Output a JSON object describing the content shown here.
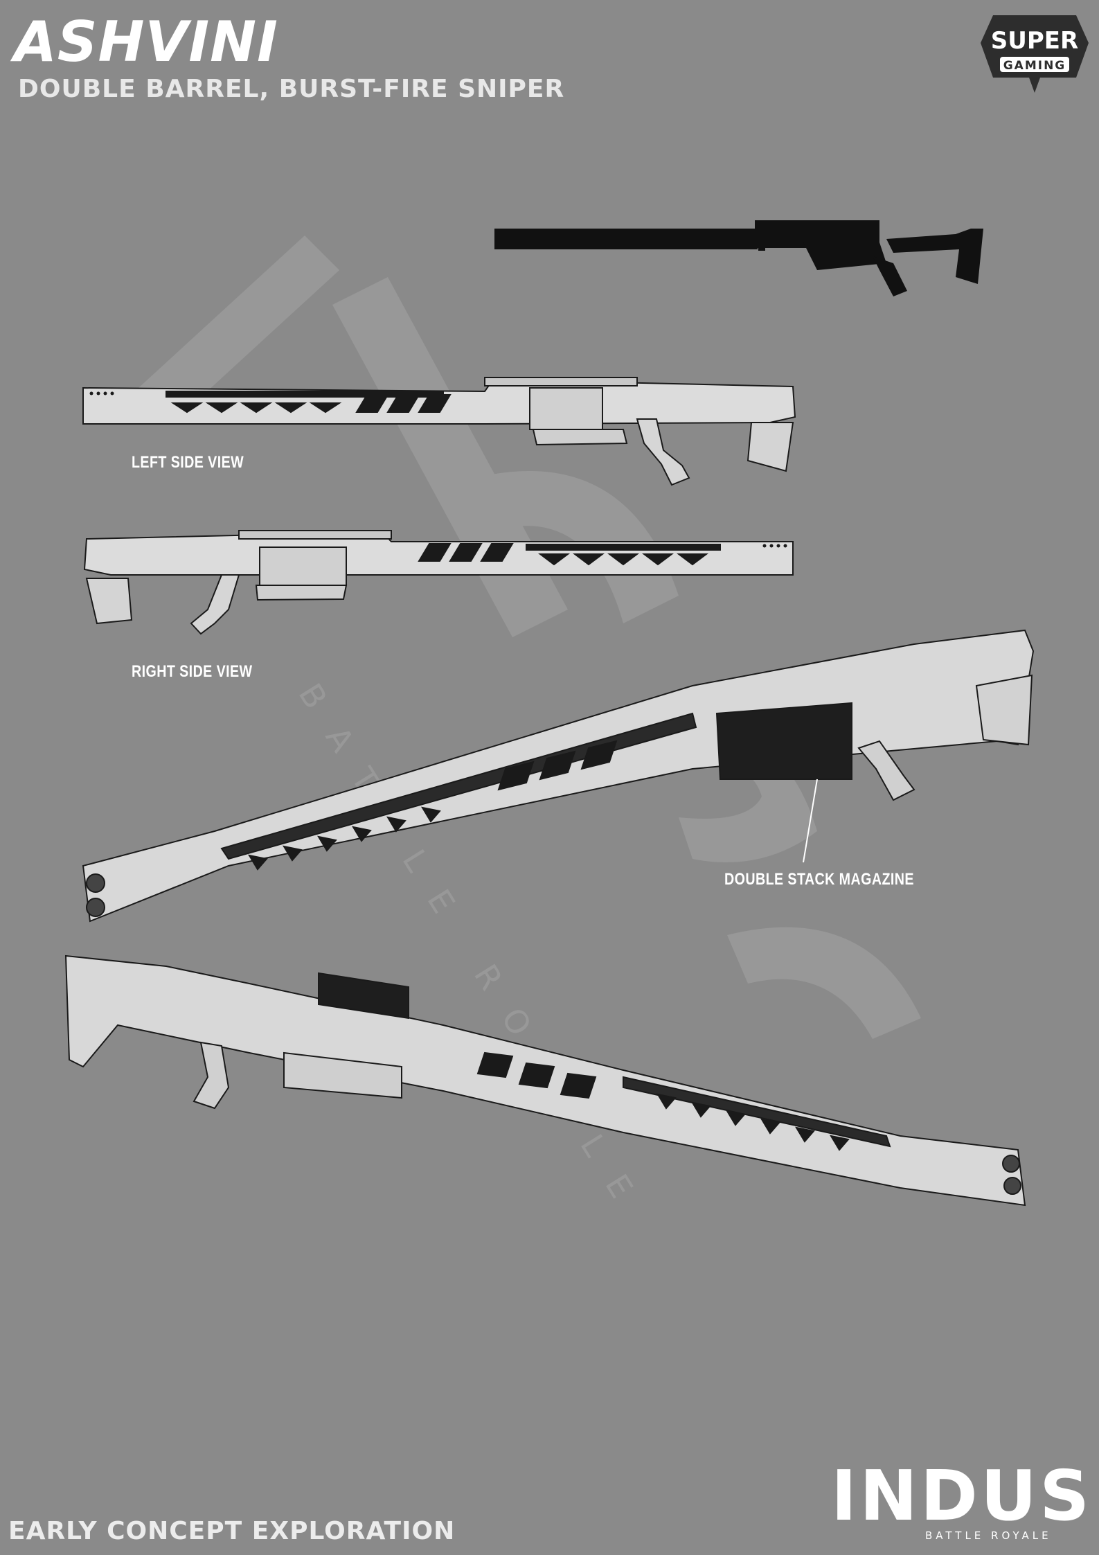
{
  "title": "ASHVINI",
  "subtitle": "DOUBLE BARREL, BURST-FIRE SNIPER",
  "labels": {
    "left_side": "LEFT SIDE VIEW",
    "right_side": "RIGHT SIDE VIEW",
    "magazine": "DOUBLE STACK MAGAZINE"
  },
  "footer": "EARLY CONCEPT EXPLORATION",
  "brand_logo": {
    "line1": "SUPER",
    "line2": "GAMING"
  },
  "game_logo": {
    "name": "INDUS",
    "tagline": "BATTLE ROYALE"
  },
  "watermark": {
    "name": "INDUS",
    "tagline": "BATTLE ROYALE"
  },
  "colors": {
    "background": "#8a8a8a",
    "body_light": "#d9d9d9",
    "outline": "#1a1a1a",
    "silhouette": "#111111",
    "text": "#ffffff"
  }
}
